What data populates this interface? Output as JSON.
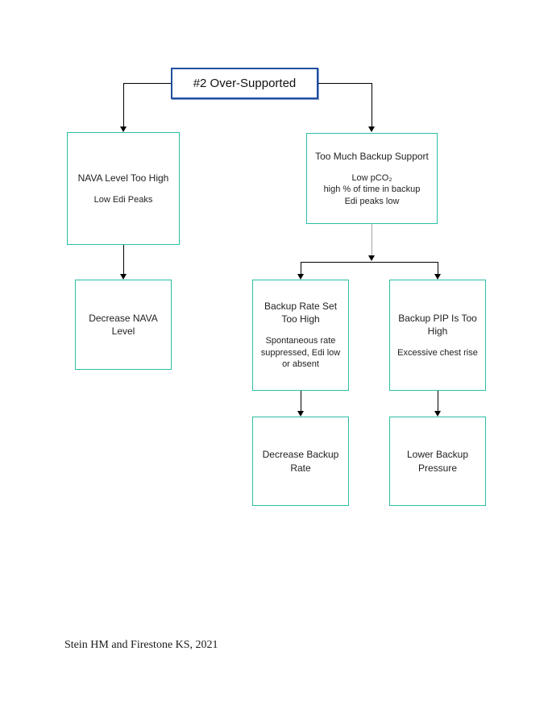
{
  "flowchart": {
    "title": "#2 Over-Supported",
    "nodes": {
      "nava_level": {
        "title": "NAVA Level Too High",
        "subtitle": "Low Edi Peaks"
      },
      "backup_support": {
        "title": "Too Much Backup Support",
        "lines": [
          "Low pCO₂",
          "high % of time in backup",
          "Edi peaks low"
        ]
      },
      "decrease_nava": {
        "title": "Decrease NAVA Level"
      },
      "backup_rate": {
        "title": "Backup Rate Set Too High",
        "subtitle": "Spontaneous rate suppressed, Edi low or absent"
      },
      "backup_pip": {
        "title": "Backup PIP Is Too High",
        "subtitle": "Excessive chest rise"
      },
      "decrease_backup_rate": {
        "title": "Decrease Backup Rate"
      },
      "lower_backup_pressure": {
        "title": "Lower Backup Pressure"
      }
    },
    "footer": "Stein HM and Firestone KS, 2021",
    "colors": {
      "title_border": "#1f4fa0",
      "node_border": "#2bbfa3",
      "connector_black": "#000000",
      "connector_grey": "#a6a6a6"
    }
  }
}
